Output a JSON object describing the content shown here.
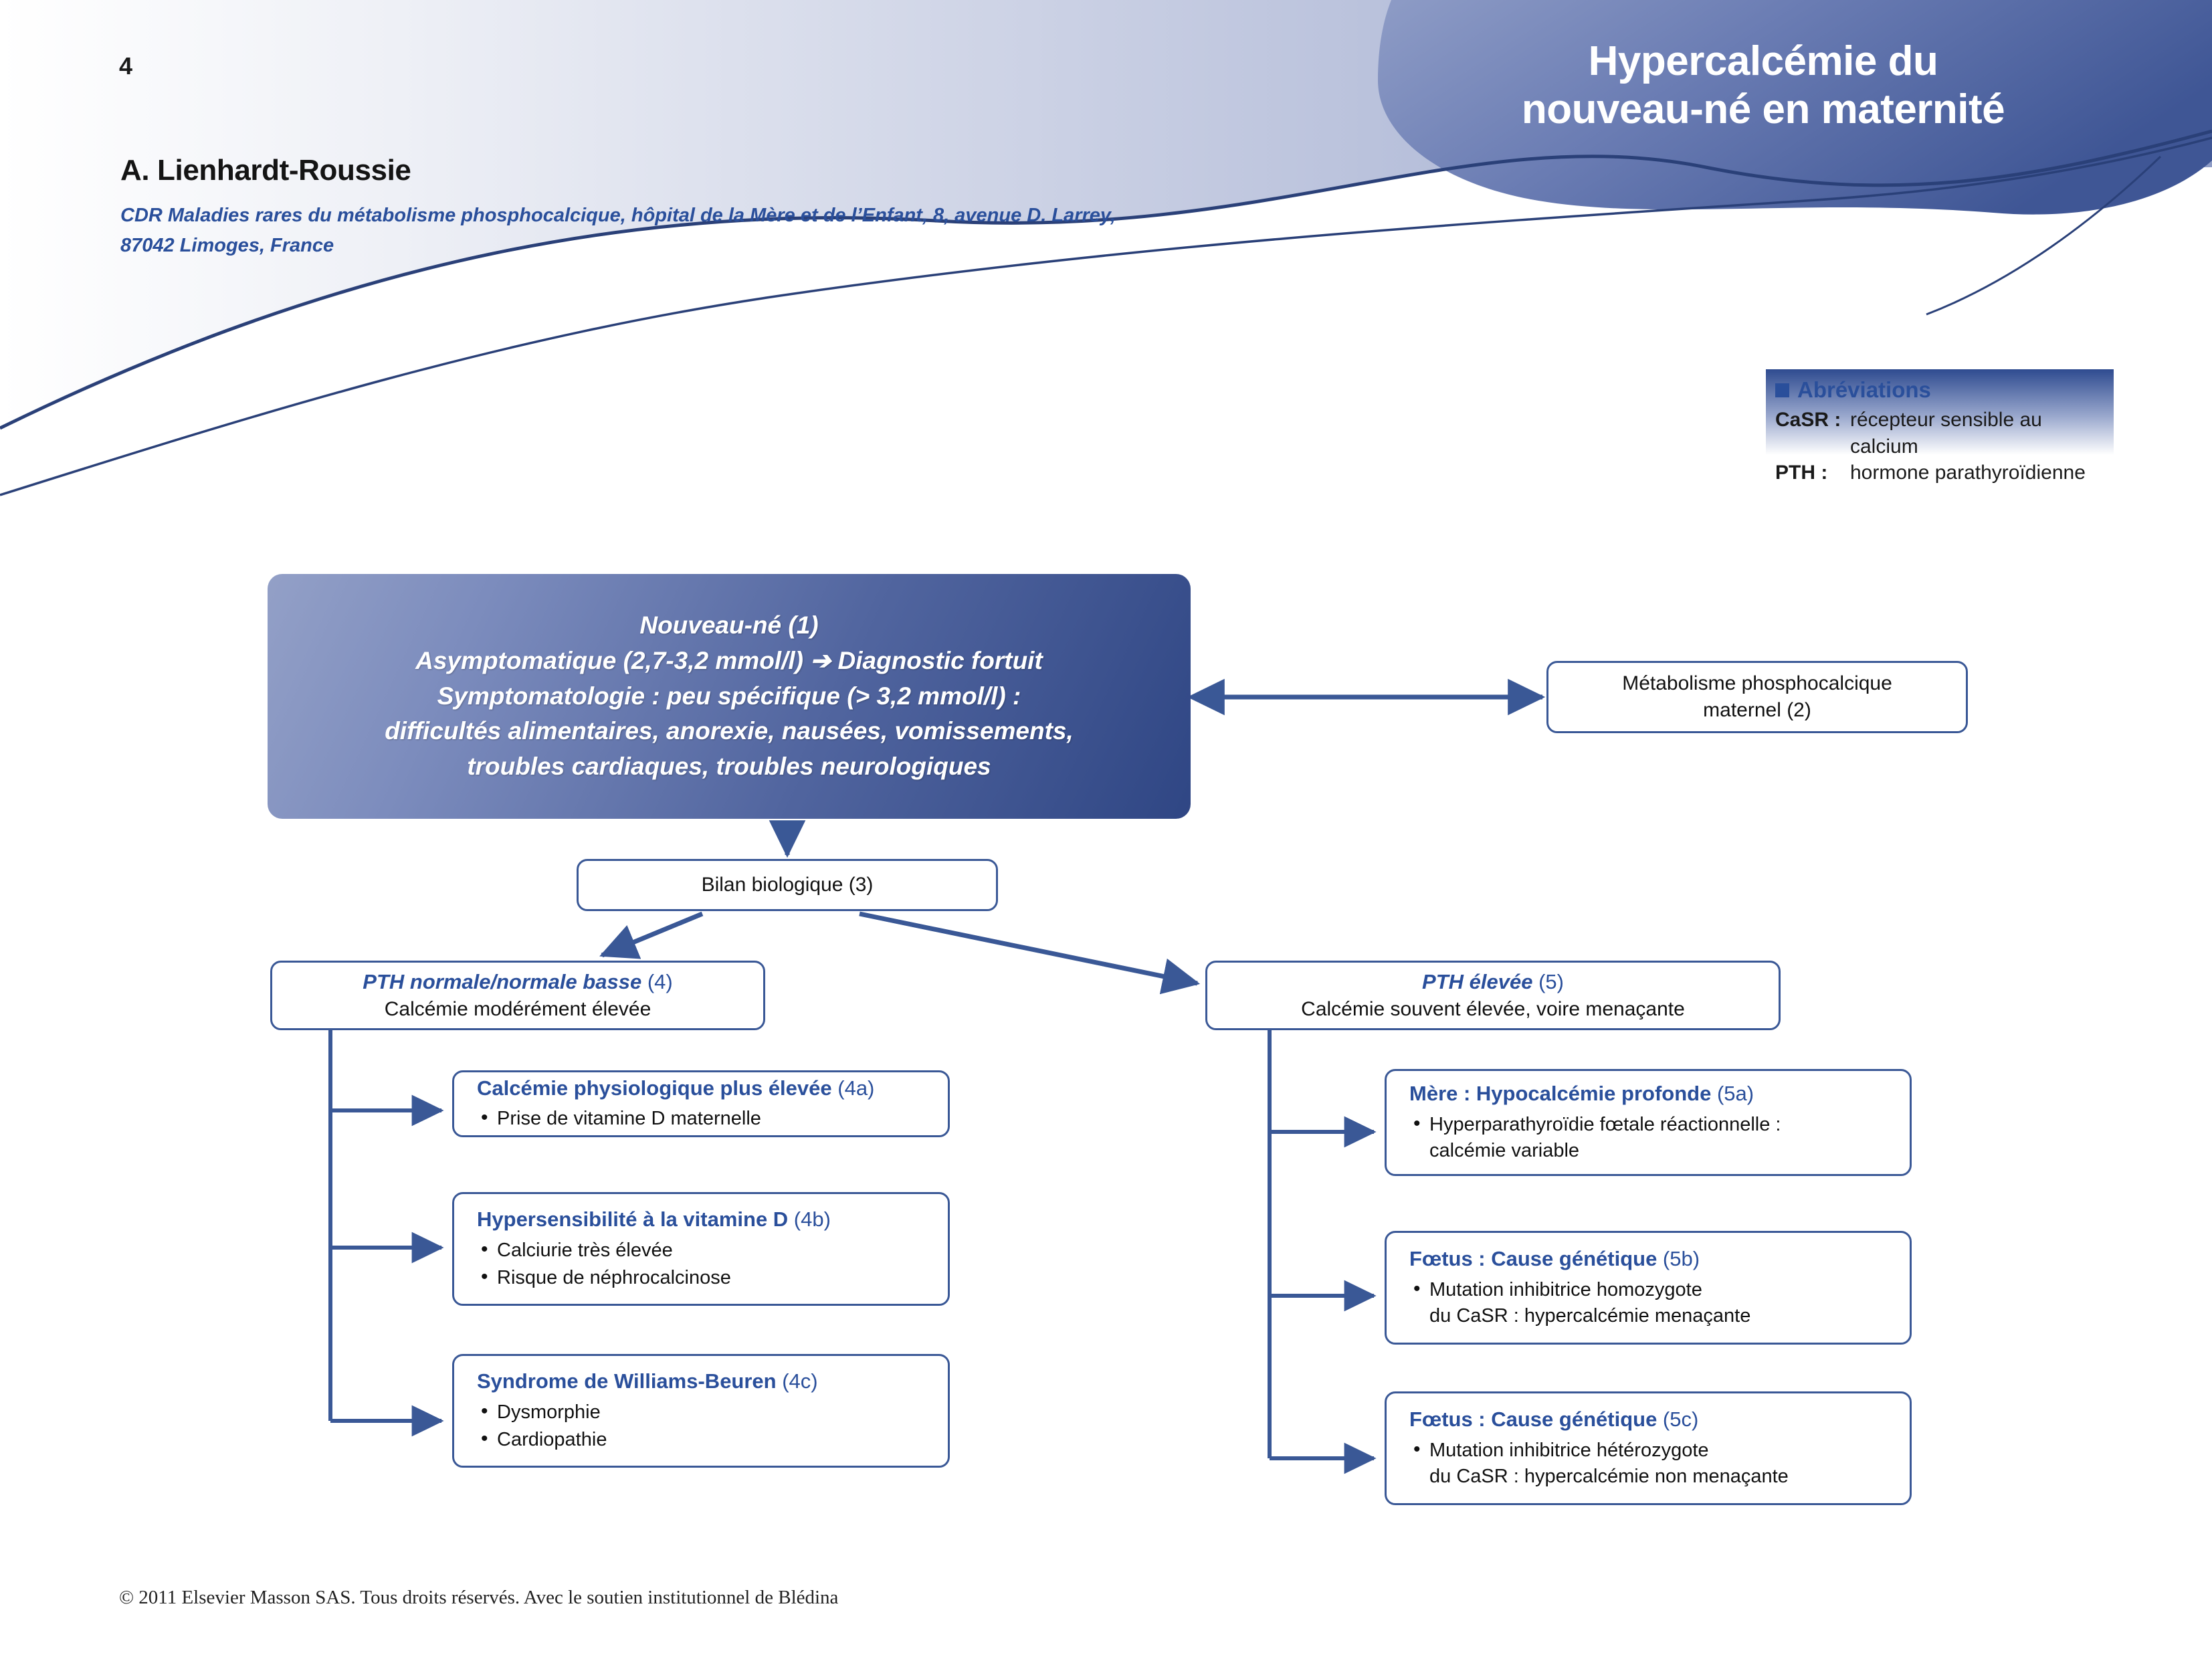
{
  "header": {
    "page_number": "4",
    "title_lines": [
      "Hypercalcémie du",
      "nouveau-né en maternité"
    ],
    "author": "A. Lienhardt-Roussie",
    "affiliation_lines": [
      "CDR Maladies rares du métabolisme phosphocalcique, hôpital de la Mère et de l’Enfant, 8, avenue D. Larrey,",
      "87042 Limoges, France"
    ]
  },
  "abbreviations": {
    "title": "Abréviations",
    "items": [
      {
        "key": "CaSR :",
        "value": "récepteur sensible au calcium"
      },
      {
        "key": "PTH :",
        "value": "hormone parathyroïdienne"
      }
    ]
  },
  "flowchart": {
    "main": {
      "lines": [
        "Nouveau-né (1)",
        "Asymptomatique (2,7-3,2 mmol/l) ➔ Diagnostic fortuit",
        "Symptomatologie : peu spécifique (> 3,2 mmol/l) :",
        "difficultés alimentaires, anorexie, nausées, vomissements,",
        "troubles cardiaques, troubles neurologiques"
      ]
    },
    "maternal": {
      "line1": "Métabolisme phosphocalcique",
      "line2": "maternel (2)"
    },
    "bilan": {
      "label": "Bilan biologique (3)"
    },
    "pth_normal": {
      "title": "PTH normale/normale basse",
      "tag": " (4)",
      "sub": "Calcémie modérément élevée"
    },
    "pth_eleve": {
      "title": "PTH élevée",
      "tag": " (5)",
      "sub": "Calcémie souvent élevée, voire menaçante"
    },
    "branch_4a": {
      "title": "Calcémie physiologique plus élevée",
      "tag": " (4a)",
      "bullets": [
        {
          "main": "Prise de vitamine D maternelle",
          "cont": ""
        }
      ]
    },
    "branch_4b": {
      "title": "Hypersensibilité à la vitamine D",
      "tag": " (4b)",
      "bullets": [
        {
          "main": "Calciurie très élevée",
          "cont": ""
        },
        {
          "main": "Risque de néphrocalcinose",
          "cont": ""
        }
      ]
    },
    "branch_4c": {
      "title": "Syndrome de Williams-Beuren",
      "tag": " (4c)",
      "bullets": [
        {
          "main": "Dysmorphie",
          "cont": ""
        },
        {
          "main": "Cardiopathie",
          "cont": ""
        }
      ]
    },
    "branch_5a": {
      "title": "Mère : Hypocalcémie profonde",
      "tag": " (5a)",
      "bullets": [
        {
          "main": "Hyperparathyroïdie fœtale réactionnelle :",
          "cont": "calcémie variable"
        }
      ]
    },
    "branch_5b": {
      "title": "Fœtus : Cause génétique",
      "tag": " (5b)",
      "bullets": [
        {
          "main": "Mutation inhibitrice homozygote",
          "cont": "du CaSR : hypercalcémie menaçante"
        }
      ]
    },
    "branch_5c": {
      "title": "Fœtus : Cause génétique",
      "tag": " (5c)",
      "bullets": [
        {
          "main": "Mutation inhibitrice hétérozygote",
          "cont": "du CaSR : hypercalcémie non menaçante"
        }
      ]
    }
  },
  "footer": {
    "copyright": "© 2011 Elsevier Masson SAS. Tous droits réservés. Avec le soutien institutionnel de Blédina"
  },
  "colors": {
    "brand_blue": "#2a4f9b",
    "line_blue": "#3a5896",
    "header_dark": "#2f4684",
    "header_light": "#93a0c7"
  }
}
